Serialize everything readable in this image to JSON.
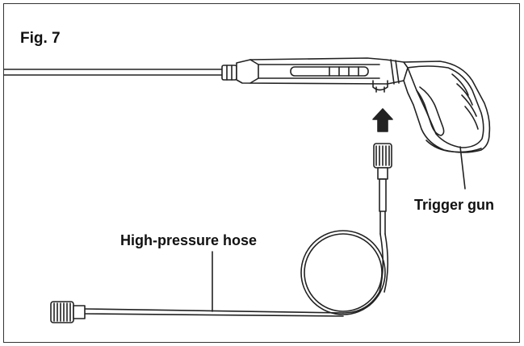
{
  "figure": {
    "label": "Fig. 7"
  },
  "labels": {
    "trigger_gun": "Trigger gun",
    "high_pressure_hose": "High-pressure hose"
  },
  "icons": {
    "arrow": "up-arrow-icon"
  },
  "colors": {
    "line": "#222222",
    "text": "#111111",
    "background": "#ffffff"
  }
}
